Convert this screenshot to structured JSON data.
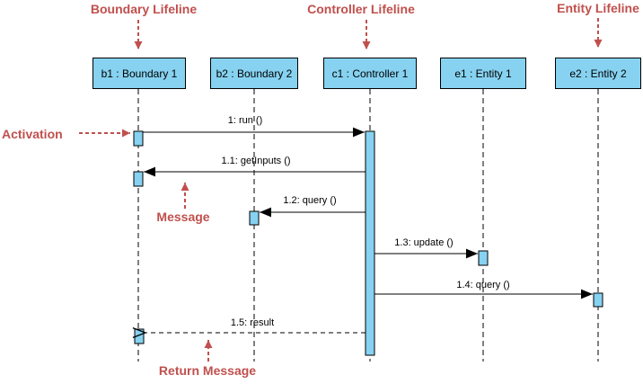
{
  "diagram": {
    "type": "uml-sequence-diagram",
    "annotations": {
      "boundary_lifeline": "Boundary Lifeline",
      "controller_lifeline": "Controller Lifeline",
      "entity_lifeline": "Entity Lifeline",
      "activation": "Activation",
      "message": "Message",
      "return_message": "Return Message"
    },
    "lifelines": [
      {
        "id": "b1",
        "label": "b1 : Boundary 1"
      },
      {
        "id": "b2",
        "label": "b2 : Boundary 2"
      },
      {
        "id": "c1",
        "label": "c1 : Controller 1"
      },
      {
        "id": "e1",
        "label": "e1 : Entity 1"
      },
      {
        "id": "e2",
        "label": "e2 : Entity 2"
      }
    ],
    "messages": [
      {
        "seq": "1",
        "label": "1: run ()",
        "from": "b1",
        "to": "c1",
        "kind": "sync"
      },
      {
        "seq": "1.1",
        "label": "1.1: getInputs ()",
        "from": "c1",
        "to": "b1",
        "kind": "sync"
      },
      {
        "seq": "1.2",
        "label": "1.2: query ()",
        "from": "c1",
        "to": "b2",
        "kind": "sync"
      },
      {
        "seq": "1.3",
        "label": "1.3: update ()",
        "from": "c1",
        "to": "e1",
        "kind": "sync"
      },
      {
        "seq": "1.4",
        "label": "1.4: query ()",
        "from": "c1",
        "to": "e2",
        "kind": "sync"
      },
      {
        "seq": "1.5",
        "label": "1.5: result",
        "from": "c1",
        "to": "b1",
        "kind": "return"
      }
    ],
    "colors": {
      "shape_fill": "#86d2f0",
      "shape_border": "#000000",
      "annotation": "#c0504d",
      "line_color": "#000000"
    }
  }
}
